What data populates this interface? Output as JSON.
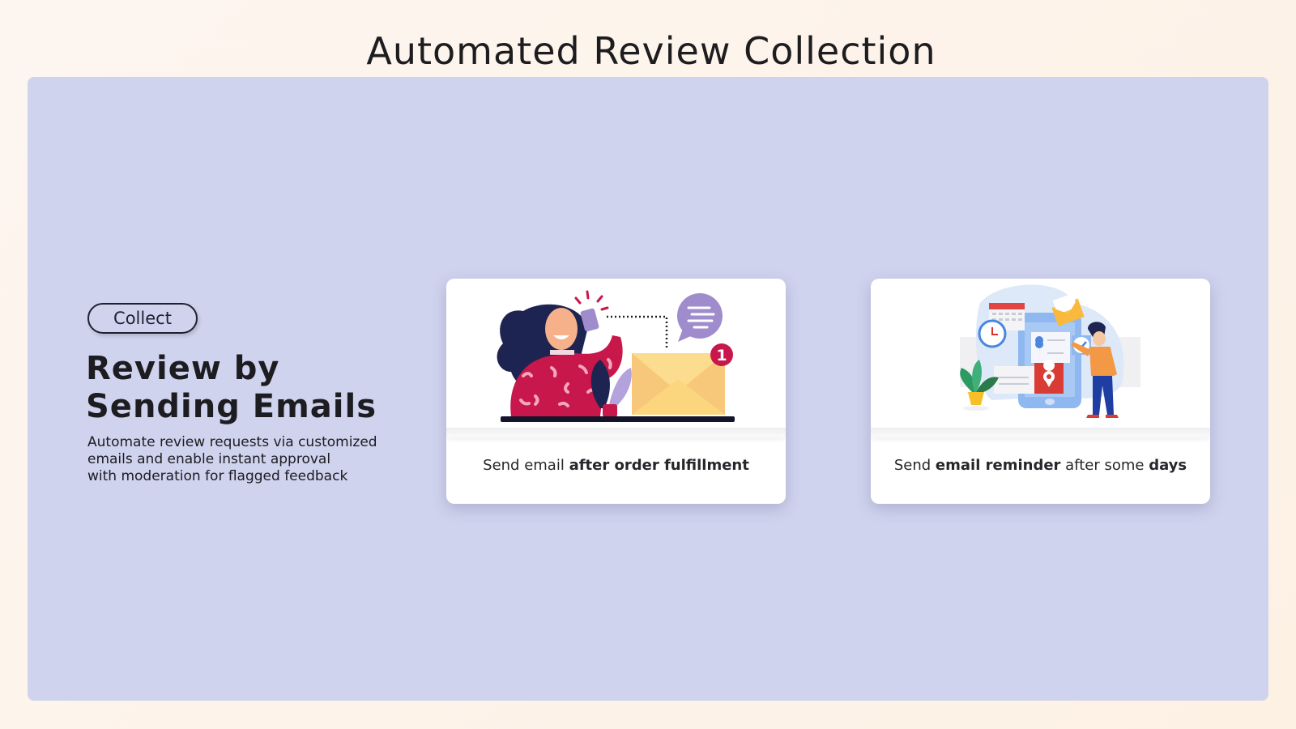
{
  "page": {
    "title": "Automated Review Collection"
  },
  "intro": {
    "badge": "Collect",
    "heading_line1": "Review by",
    "heading_line2": "Sending Emails",
    "description_lines": [
      "Automate review requests via customized",
      "emails and enable instant approval",
      "with moderation for flagged feedback"
    ]
  },
  "cards": [
    {
      "illustration": "woman-sending-email-illustration",
      "caption_parts": [
        {
          "text": "Send email ",
          "bold": false
        },
        {
          "text": "after order fulfillment",
          "bold": true
        }
      ],
      "badge_count": "1"
    },
    {
      "illustration": "man-scheduling-reminder-illustration",
      "caption_parts": [
        {
          "text": "Send ",
          "bold": false
        },
        {
          "text": "email reminder",
          "bold": true
        },
        {
          "text": " after some ",
          "bold": false
        },
        {
          "text": "days",
          "bold": true
        }
      ]
    }
  ],
  "colors": {
    "panel": "#cfd3ee",
    "background": "#fdf3ea",
    "sweater": "#c8174a",
    "envelope": "#fbd67e",
    "bubble": "#9f8ccc",
    "phone": "#8fb8f0",
    "pin_card": "#d93b35",
    "shirt": "#f39845",
    "pants": "#1f3ea3"
  }
}
